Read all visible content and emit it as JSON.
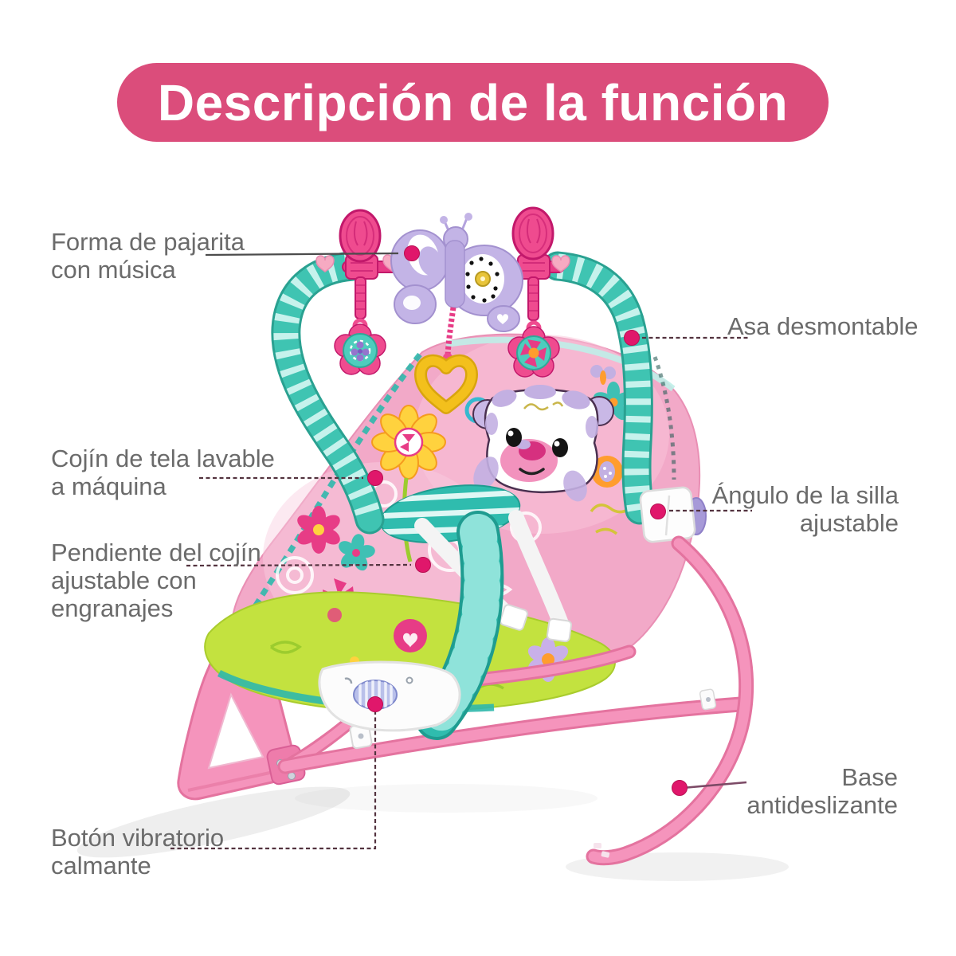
{
  "title": "Descripción de la función",
  "labels": {
    "bow": {
      "line1": "Forma de pajarita",
      "line2": "con música"
    },
    "handle": {
      "line1": "Asa desmontable"
    },
    "cushion": {
      "line1": "Cojín de tela lavable",
      "line2": "a máquina"
    },
    "angle": {
      "line1": "Ángulo de la silla",
      "line2": "ajustable"
    },
    "slope": {
      "line1": "Pendiente del cojín",
      "line2": "ajustable con",
      "line3": "engranajes"
    },
    "base": {
      "line1": "Base",
      "line2": "antideslizante"
    },
    "vibration": {
      "line1": "Botón vibratorio",
      "line2": "calmante"
    }
  },
  "colors": {
    "title_bg": "#db4d7b",
    "title_text": "#ffffff",
    "label_text": "#6b6b6b",
    "callout_dot": "#e0176b",
    "leader_dashed": "#53333f",
    "leader_solid": "#4c4c4c",
    "frame_pink": "#f594bc",
    "toybar_teal": "#3fc4b2",
    "toy_pink": "#ef4b8f",
    "butterfly_purple": "#c3b4e6",
    "seat_pink": "#f2a9c8",
    "pad_green": "#c3e23f"
  }
}
